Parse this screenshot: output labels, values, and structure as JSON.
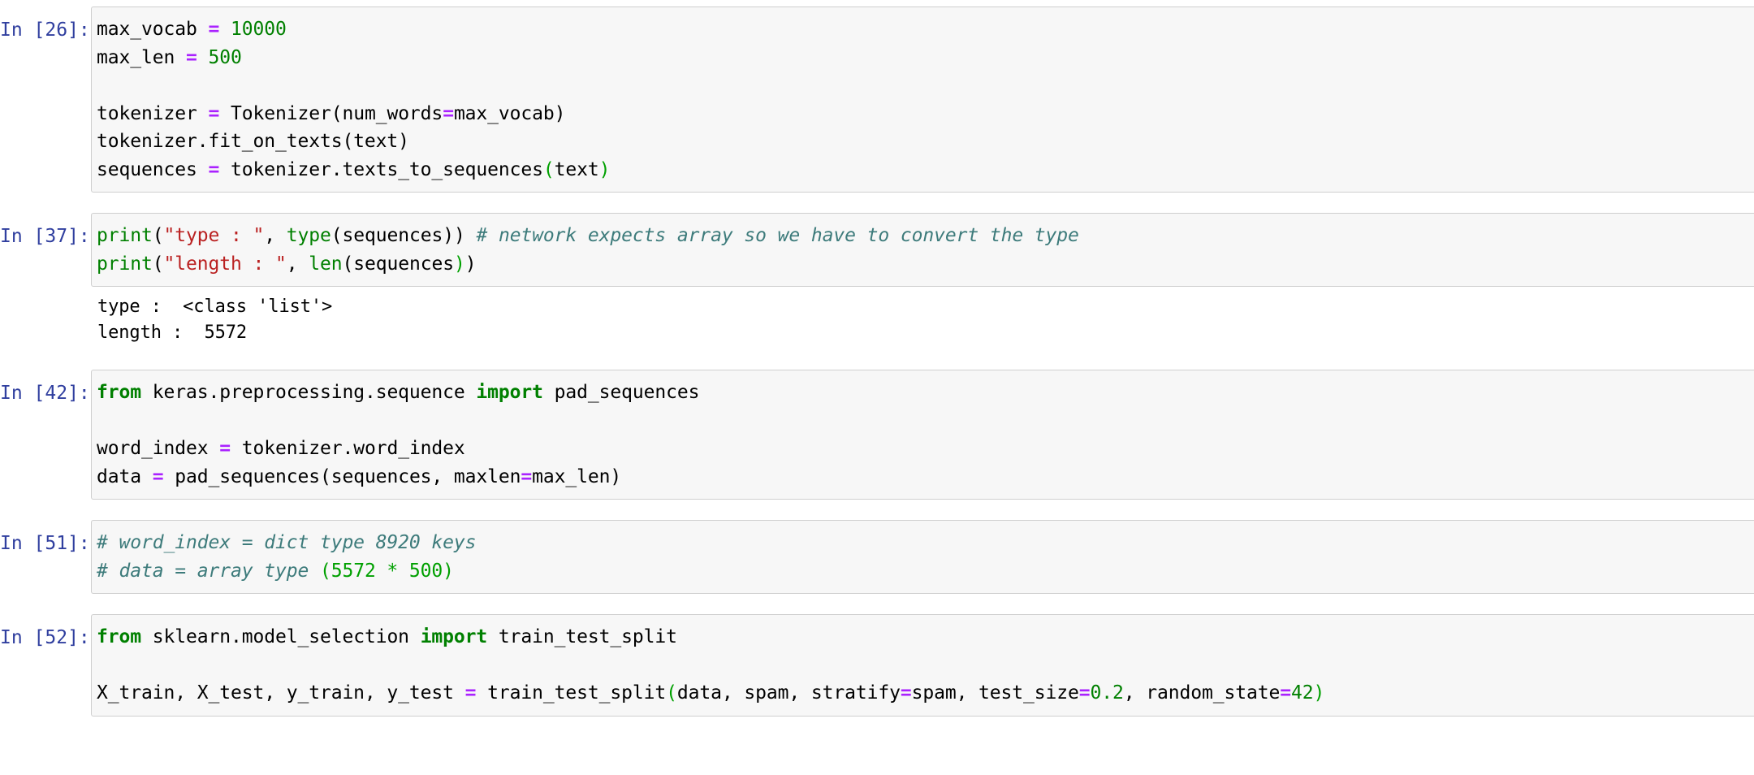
{
  "notebook": {
    "cells": [
      {
        "id": "cell-26",
        "prompt": "In [26]:",
        "type": "code",
        "lines": [
          [
            {
              "t": "max_vocab ",
              "c": "n"
            },
            {
              "t": "=",
              "c": "o"
            },
            {
              "t": " ",
              "c": "n"
            },
            {
              "t": "10000",
              "c": "mi"
            }
          ],
          [
            {
              "t": "max_len ",
              "c": "n"
            },
            {
              "t": "=",
              "c": "o"
            },
            {
              "t": " ",
              "c": "n"
            },
            {
              "t": "500",
              "c": "mi"
            }
          ],
          [],
          [
            {
              "t": "tokenizer ",
              "c": "n"
            },
            {
              "t": "=",
              "c": "o"
            },
            {
              "t": " Tokenizer(num_words",
              "c": "n"
            },
            {
              "t": "=",
              "c": "o"
            },
            {
              "t": "max_vocab)",
              "c": "n"
            }
          ],
          [
            {
              "t": "tokenizer.fit_on_texts(text)",
              "c": "n"
            }
          ],
          [
            {
              "t": "sequences ",
              "c": "n"
            },
            {
              "t": "=",
              "c": "o"
            },
            {
              "t": " tokenizer.texts_to_sequences",
              "c": "n"
            },
            {
              "t": "(",
              "c": "p"
            },
            {
              "t": "text",
              "c": "n"
            },
            {
              "t": ")",
              "c": "p"
            }
          ]
        ],
        "output": null
      },
      {
        "id": "cell-37",
        "prompt": "In [37]:",
        "type": "code",
        "lines": [
          [
            {
              "t": "print",
              "c": "nb"
            },
            {
              "t": "(",
              "c": "n"
            },
            {
              "t": "\"type : \"",
              "c": "s"
            },
            {
              "t": ", ",
              "c": "n"
            },
            {
              "t": "type",
              "c": "nb"
            },
            {
              "t": "(sequences)) ",
              "c": "n"
            },
            {
              "t": "# network expects array so we have to convert the type",
              "c": "c"
            }
          ],
          [
            {
              "t": "print",
              "c": "nb"
            },
            {
              "t": "(",
              "c": "n"
            },
            {
              "t": "\"length : \"",
              "c": "s"
            },
            {
              "t": ", ",
              "c": "n"
            },
            {
              "t": "len",
              "c": "nb"
            },
            {
              "t": "(sequences",
              "c": "n"
            },
            {
              "t": ")",
              "c": "p"
            },
            {
              "t": ")",
              "c": "n"
            }
          ]
        ],
        "output": "type :  <class 'list'>\nlength :  5572"
      },
      {
        "id": "cell-42",
        "prompt": "In [42]:",
        "type": "code",
        "lines": [
          [
            {
              "t": "from",
              "c": "k"
            },
            {
              "t": " keras.preprocessing.sequence ",
              "c": "n"
            },
            {
              "t": "import",
              "c": "k"
            },
            {
              "t": " pad_sequences",
              "c": "n"
            }
          ],
          [],
          [
            {
              "t": "word_index ",
              "c": "n"
            },
            {
              "t": "=",
              "c": "o"
            },
            {
              "t": " tokenizer.word_index",
              "c": "n"
            }
          ],
          [
            {
              "t": "data ",
              "c": "n"
            },
            {
              "t": "=",
              "c": "o"
            },
            {
              "t": " pad_sequences(sequences, maxlen",
              "c": "n"
            },
            {
              "t": "=",
              "c": "o"
            },
            {
              "t": "max_len)",
              "c": "n"
            }
          ]
        ],
        "output": null
      },
      {
        "id": "cell-51",
        "prompt": "In [51]:",
        "type": "code",
        "lines": [
          [
            {
              "t": "# word_index = dict type 8920 keys",
              "c": "c"
            }
          ],
          [
            {
              "t": "# data = array type ",
              "c": "c"
            },
            {
              "t": "(5572 * 500)",
              "c": "p"
            }
          ]
        ],
        "output": null
      },
      {
        "id": "cell-52",
        "prompt": "In [52]:",
        "type": "code",
        "lines": [
          [
            {
              "t": "from",
              "c": "k"
            },
            {
              "t": " sklearn.model_selection ",
              "c": "n"
            },
            {
              "t": "import",
              "c": "k"
            },
            {
              "t": " train_test_split",
              "c": "n"
            }
          ],
          [],
          [
            {
              "t": "X_train, X_test, y_train, y_test ",
              "c": "n"
            },
            {
              "t": "=",
              "c": "o"
            },
            {
              "t": " train_test_split",
              "c": "n"
            },
            {
              "t": "(",
              "c": "p"
            },
            {
              "t": "data, spam, stratify",
              "c": "n"
            },
            {
              "t": "=",
              "c": "o"
            },
            {
              "t": "spam, test_size",
              "c": "n"
            },
            {
              "t": "=",
              "c": "o"
            },
            {
              "t": "0.2",
              "c": "mi"
            },
            {
              "t": ", random_state",
              "c": "n"
            },
            {
              "t": "=",
              "c": "o"
            },
            {
              "t": "42",
              "c": "mi"
            },
            {
              "t": ")",
              "c": "p"
            }
          ]
        ],
        "output": null
      }
    ]
  },
  "colors": {
    "prompt": "#303f9f",
    "cell_background": "#f7f7f7",
    "cell_border": "#cfcfcf",
    "keyword": "#008000",
    "operator": "#aa22ff",
    "string": "#ba2121",
    "comment": "#3d7b7b",
    "number": "#008000",
    "paren": "#00a000",
    "page_background": "#ffffff"
  }
}
